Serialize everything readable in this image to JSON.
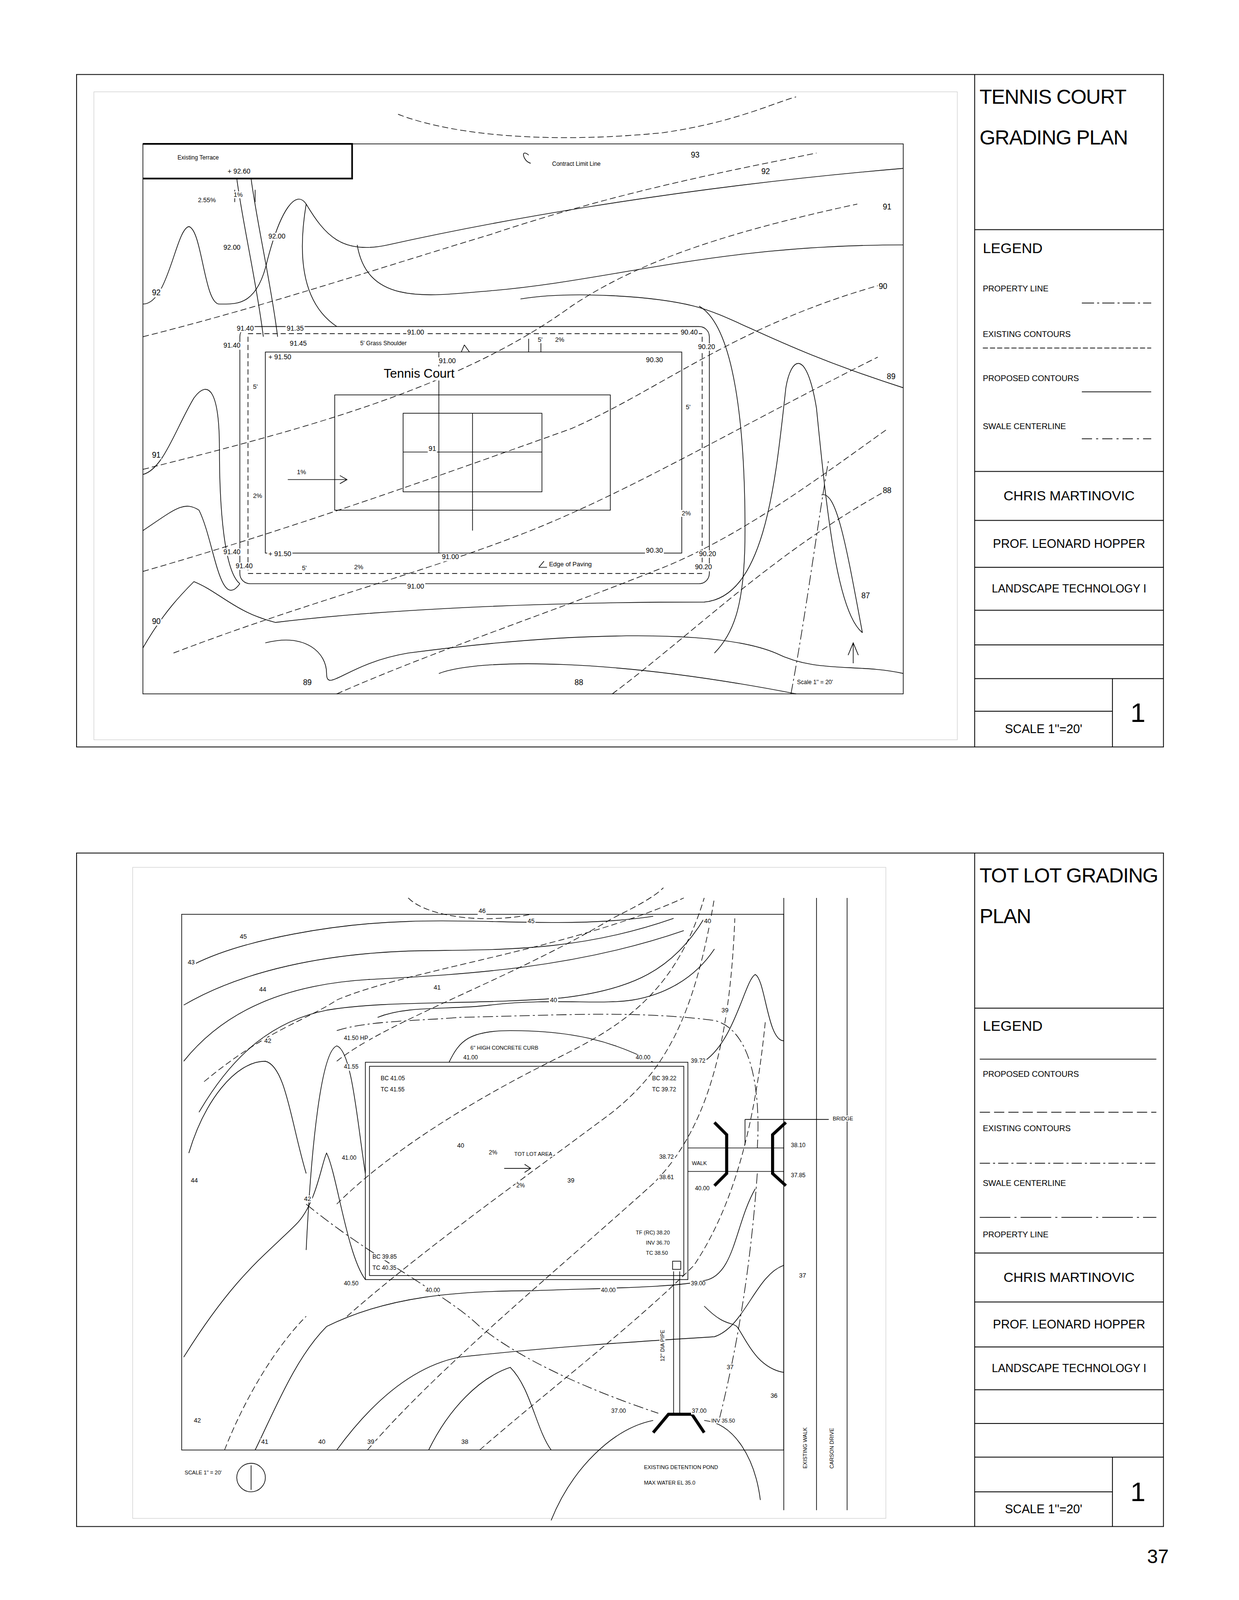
{
  "diagram": {
    "nodes": [
      {
        "text": [
          "TENNIS COURT GRADING PLAN"
        ]
      },
      {
        "text": [
          "CHRIS MARTINOVIC"
        ]
      },
      {
        "text": [
          "PROF. LEONARD HOPPER"
        ]
      },
      {
        "text": [
          "LANDSCAPE TECHNOLOGY I"
        ]
      },
      {
        "text": [
          "SCALE 1''=20'"
        ]
      },
      {
        "text": [
          "1"
        ]
      },
      {
        "text": [
          "TOT LOT GRADING PLAN"
        ]
      },
      {
        "text": [
          "CHRIS MARTINOVIC"
        ]
      },
      {
        "text": [
          "PROF. LEONARD HOPPER"
        ]
      },
      {
        "text": [
          "LANDSCAPE TECHNOLOGY I"
        ]
      },
      {
        "text": [
          "SCALE 1''=20'"
        ]
      },
      {
        "text": [
          "1"
        ]
      }
    ],
    "labels": [
      "Existing Terrace",
      "+ 92.60",
      "Contract Limit Line",
      "93",
      "92",
      "91",
      "90",
      "89",
      "88",
      "87",
      "2.55%",
      "1%",
      "92.00",
      "92.00",
      "92",
      "91.40",
      "91.35",
      "91.40",
      "91.45",
      "+ 91.50",
      "91.00",
      "5' Grass Shoulder",
      "5'",
      "2%",
      "90.40",
      "90.20",
      "90.30",
      "91.00",
      "Tennis Court",
      "5'",
      "5'",
      "91",
      "91",
      "1%",
      "2%",
      "2%",
      "91.40",
      "+ 91.50",
      "91.40",
      "91.00",
      "90.30",
      "90.20",
      "90.20",
      "5'",
      "2%",
      "Edge of Paving",
      "91.00",
      "90",
      "89",
      "88",
      "Scale 1'' = 20'",
      "LEGEND",
      "46",
      "45",
      "43",
      "45",
      "44",
      "42",
      "41",
      "40",
      "40",
      "39",
      "41.50 HP",
      "6'' HIGH CONCRETE CURB",
      "41.00",
      "40.00",
      "39.72",
      "41.55",
      "BC 41.05",
      "TC 41.55",
      "BC 39.22",
      "TC 39.72",
      "40",
      "2%",
      "TOT LOT AREA",
      "2%",
      "39",
      "41.00",
      "44",
      "42",
      "38.72",
      "WALK",
      "38.61",
      "40.00",
      "BRIDGE",
      "38.10",
      "37.85",
      "TF (RC) 38.20",
      "INV 36.70",
      "TC 38.50",
      "BC 39.85",
      "TC 40.35",
      "40.50",
      "40.00",
      "40.00",
      "39.00",
      "37",
      "12'' DIA PIPE",
      "37",
      "36",
      "37.00",
      "37.00",
      "INV 35.50",
      "42",
      "41",
      "40",
      "39",
      "38",
      "EXISTING DETENTION POND",
      "MAX WATER EL 35.0",
      "EXISTING WALK",
      "CARSON DRIVE",
      "SCALE 1'' = 20'",
      "LEGEND",
      "37"
    ],
    "legend": [
      {
        "text": "PROPERTY LINE"
      },
      {
        "text": "EXISTING CONTOURS"
      },
      {
        "text": "PROPOSED CONTOURS"
      },
      {
        "text": "SWALE CENTERLINE"
      },
      {
        "text": "PROPOSED CONTOURS"
      },
      {
        "text": "EXISTING CONTOURS"
      },
      {
        "text": "SWALE CENTERLINE"
      },
      {
        "text": "PROPERTY LINE"
      }
    ]
  }
}
